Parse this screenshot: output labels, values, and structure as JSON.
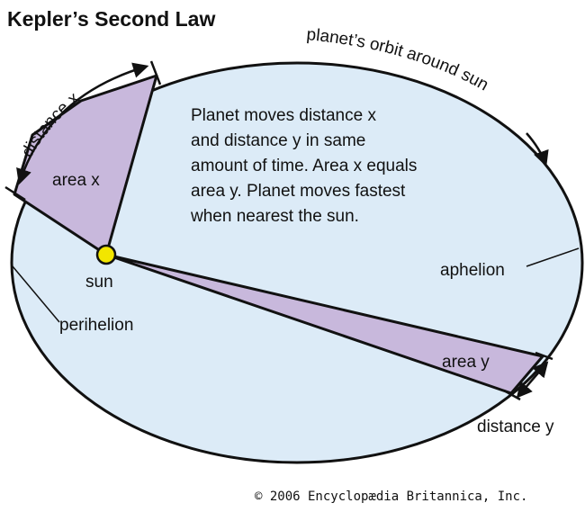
{
  "title": "Kepler’s Second Law",
  "labels": {
    "orbit": "planet’s orbit around sun",
    "distance_x": "distance x",
    "area_x": "area x",
    "sun": "sun",
    "aphelion": "aphelion",
    "perihelion": "perihelion",
    "area_y": "area y",
    "distance_y": "distance y"
  },
  "description": [
    "Planet moves distance x",
    "and distance y in same",
    "amount of time. Area x equals",
    "area y. Planet moves fastest",
    "when nearest the sun."
  ],
  "copyright": "© 2006 Encyclopædia Britannica, Inc.",
  "colors": {
    "orbit_fill": "#dcebf7",
    "area_fill": "#c8b8dc",
    "sun": "#f2e600",
    "outline": "#111111"
  }
}
